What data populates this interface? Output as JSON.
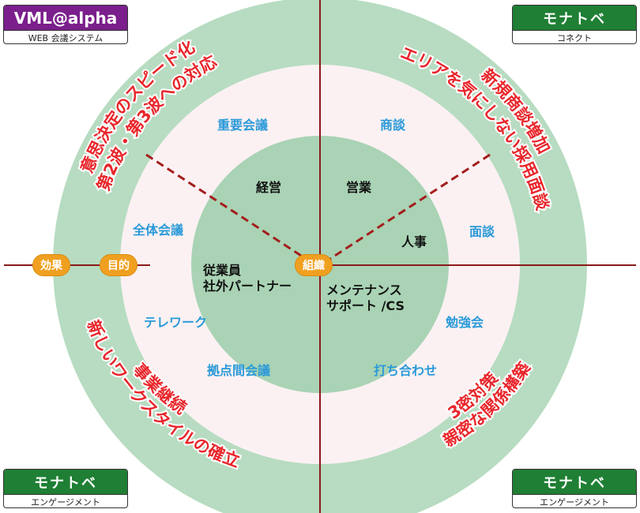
{
  "corners": {
    "top_left": {
      "title": "VML@alpha",
      "subtitle": "WEB 会議システム",
      "color": "#7b1f8c"
    },
    "top_right": {
      "title": "モナトベ",
      "subtitle": "コネクト",
      "color": "#1f7f34"
    },
    "bottom_left": {
      "title": "モナトベ",
      "subtitle": "エンゲージメント",
      "color": "#1f7f34"
    },
    "bottom_right": {
      "title": "モナトベ",
      "subtitle": "エンゲージメント",
      "color": "#1f7f34"
    }
  },
  "colors": {
    "outer_ring": "#b7dcc1",
    "middle_ring": "#fbf1f3",
    "inner_circle": "#a9d3b4",
    "divider": "#8b1a1a",
    "segment_text": "#2a9ad8",
    "goal_text": "#e8262b",
    "badge": "#f0a020"
  },
  "core": {
    "management": "経営",
    "sales": "営業",
    "hr": "人事",
    "employees_line1": "従業員",
    "employees_line2": "社外パートナー",
    "maintenance_line1": "メンテナンス",
    "maintenance_line2": "サポート /CS"
  },
  "segments": {
    "important_meeting": "重要会議",
    "all_hands": "全体会議",
    "negotiation": "商談",
    "interview": "面談",
    "telework": "テレワーク",
    "site_meeting": "拠点間会議",
    "study_session": "勉強会",
    "consultation": "打ち合わせ"
  },
  "badges": {
    "effect": "効果",
    "purpose": "目的",
    "organization": "組織"
  },
  "goals": {
    "top_left_line1": "意思決定のスピード化",
    "top_left_line2": "第2波・第3波への対応",
    "top_right_line1": "新規商談増加",
    "top_right_line2": "エリアを気にしない採用面談",
    "bottom_left_line1": "新しいワークスタイルの確立",
    "bottom_left_line2": "事業継続",
    "bottom_right_line1": "親密な関係構築",
    "bottom_right_line2": "3密対策"
  }
}
